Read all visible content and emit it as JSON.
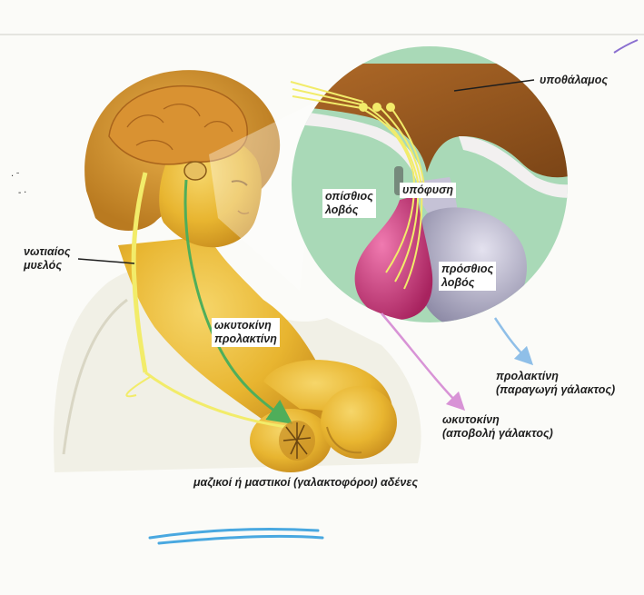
{
  "labels": {
    "hypothalamus": "υποθάλαμος",
    "pituitary": "υπόφυση",
    "posterior_lobe": [
      "οπίσθιος",
      "λοβός"
    ],
    "anterior_lobe": [
      "πρόσθιος",
      "λοβός"
    ],
    "spinal_cord": [
      "νωτιαίος",
      "μυελός"
    ],
    "hormones_pathway": [
      "ωκυτοκίνη",
      "προλακτίνη"
    ],
    "prolactin_effect": [
      "προλακτίνη",
      "(παραγωγή γάλακτος)"
    ],
    "oxytocin_effect": [
      "ωκυτοκίνη",
      "(αποβολή γάλακτος)"
    ],
    "glands": "μαζικοί ή μαστικοί (γαλακτοφόροι) αδένες"
  },
  "colors": {
    "skin": "#e8b530",
    "hair": "#c98a26",
    "circle_bg": "#a9d9b7",
    "hypothalamus": "#9a5a1c",
    "posterior_lobe": "#c23a7a",
    "anterior_lobe": "#b9b6cc",
    "nerve": "#f2ec6a",
    "pathway_green": "#4fae5a",
    "prolactin_arrow": "#8fbfe8",
    "oxytocin_arrow": "#d893d6"
  }
}
